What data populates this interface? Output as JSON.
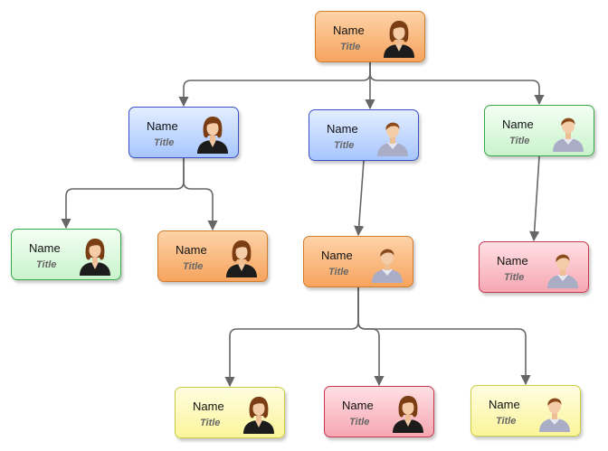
{
  "nodes": [
    {
      "name": "Name",
      "title": "Title",
      "color": "orange",
      "avatar": "female-avatar-icon"
    },
    {
      "name": "Name",
      "title": "Title",
      "color": "blue",
      "avatar": "female-avatar-icon"
    },
    {
      "name": "Name",
      "title": "Title",
      "color": "blue",
      "avatar": "male-avatar-icon"
    },
    {
      "name": "Name",
      "title": "Title",
      "color": "green",
      "avatar": "male-avatar-icon"
    },
    {
      "name": "Name",
      "title": "Title",
      "color": "green",
      "avatar": "female-avatar-icon"
    },
    {
      "name": "Name",
      "title": "Title",
      "color": "orange",
      "avatar": "female-avatar-icon"
    },
    {
      "name": "Name",
      "title": "Title",
      "color": "orange",
      "avatar": "male-avatar-icon"
    },
    {
      "name": "Name",
      "title": "Title",
      "color": "red",
      "avatar": "male-avatar-icon"
    },
    {
      "name": "Name",
      "title": "Title",
      "color": "yellow",
      "avatar": "female-avatar-icon"
    },
    {
      "name": "Name",
      "title": "Title",
      "color": "red",
      "avatar": "female-avatar-icon"
    },
    {
      "name": "Name",
      "title": "Title",
      "color": "yellow",
      "avatar": "male-avatar-icon"
    }
  ],
  "edges": [
    {
      "from": 0,
      "to": 1
    },
    {
      "from": 0,
      "to": 2
    },
    {
      "from": 0,
      "to": 3
    },
    {
      "from": 1,
      "to": 4
    },
    {
      "from": 1,
      "to": 5
    },
    {
      "from": 2,
      "to": 6
    },
    {
      "from": 3,
      "to": 7
    },
    {
      "from": 6,
      "to": 8
    },
    {
      "from": 6,
      "to": 9
    },
    {
      "from": 6,
      "to": 10
    }
  ],
  "colors": {
    "connector": "#666666"
  }
}
